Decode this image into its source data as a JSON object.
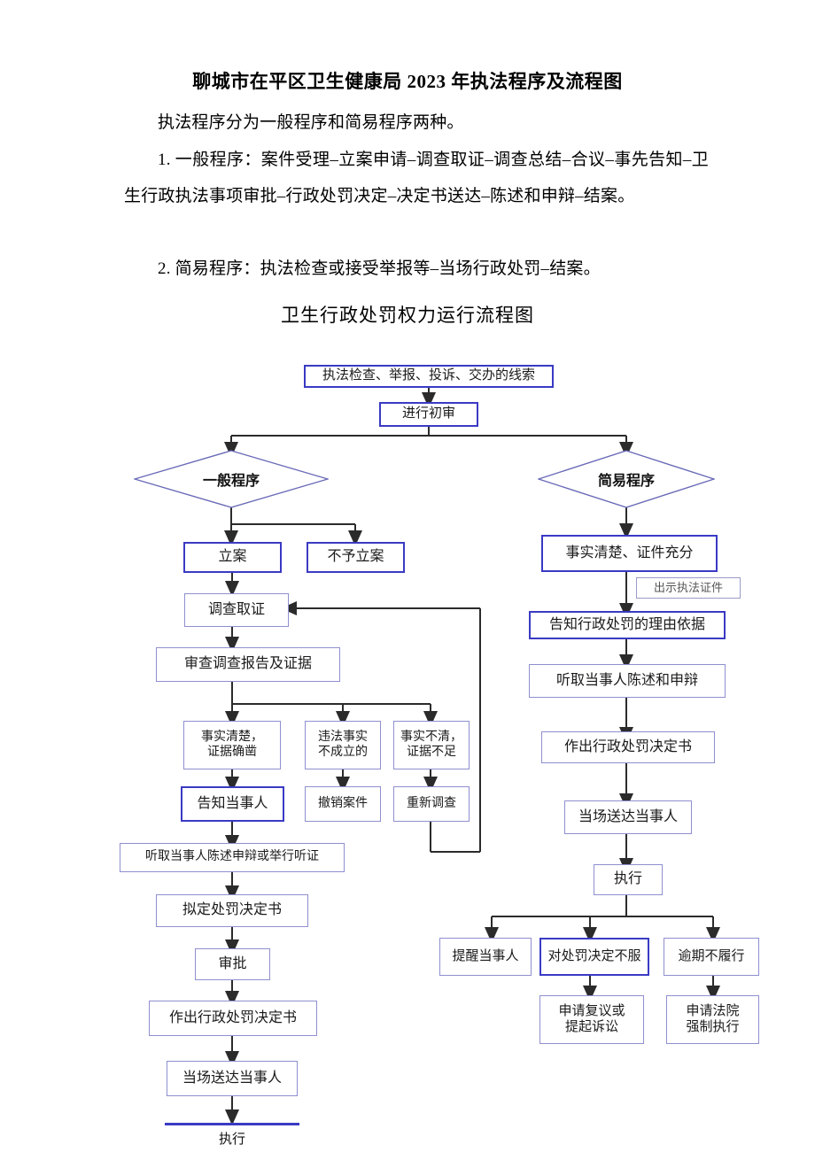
{
  "document": {
    "title": "聊城市在平区卫生健康局 2023 年执法程序及流程图",
    "paragraph1": "执法程序分为一般程序和简易程序两种。",
    "paragraph2": "1. 一般程序：案件受理–立案申请–调查取证–调查总结–合议–事先告知–卫生行政执法事项审批–行政处罚决定–决定书送达–陈述和申辩–结案。",
    "paragraph3": "2. 简易程序：执法检查或接受举报等–当场行政处罚–结案。",
    "flowchart_title": "卫生行政处罚权力运行流程图"
  },
  "colors": {
    "box_border_light": "#8f8fd0",
    "box_border_heavy": "#3a3ac4",
    "diamond_border": "#6a6ab8",
    "connector": "#2b2b2b",
    "text": "#1a1a1a"
  },
  "flowchart": {
    "start": "执法检查、举报、投诉、交办的线索",
    "review": "进行初审",
    "branch_general": "一般程序",
    "branch_simple": "简易程序",
    "general": {
      "file_case": "立案",
      "no_file_case": "不予立案",
      "investigate": "调查取证",
      "review_report": "审查调查报告及证据",
      "outcome_clear": "事实清楚，\n证据确凿",
      "outcome_clear_l1": "事实清楚，",
      "outcome_clear_l2": "证据确凿",
      "outcome_notfound_l1": "违法事实",
      "outcome_notfound_l2": "不成立的",
      "outcome_unclear_l1": "事实不清，",
      "outcome_unclear_l2": "证据不足",
      "notify_party": "告知当事人",
      "cancel_case": "撤销案件",
      "reinvestigate": "重新调查",
      "hearing": "听取当事人陈述申辩或举行听证",
      "draft_decision": "拟定处罚决定书",
      "approval": "审批",
      "make_decision": "作出行政处罚决定书",
      "deliver_onsite": "当场送达当事人",
      "execute": "执行"
    },
    "simple": {
      "facts_clear": "事实清楚、证件充分",
      "show_credentials": "出示执法证件",
      "notify_reason": "告知行政处罚的理由依据",
      "hear_statement": "听取当事人陈述和申辩",
      "make_decision": "作出行政处罚决定书",
      "deliver_onsite": "当场送达当事人",
      "execute": "执行",
      "remind_party": "提醒当事人",
      "object_decision": "对处罚决定不服",
      "overdue": "逾期不履行",
      "appeal_l1": "申请复议或",
      "appeal_l2": "提起诉讼",
      "court_l1": "申请法院",
      "court_l2": "强制执行"
    }
  }
}
